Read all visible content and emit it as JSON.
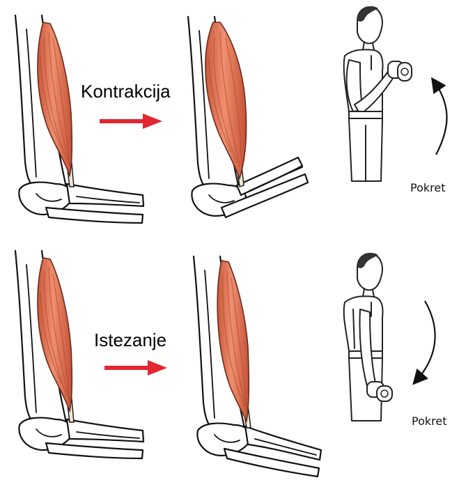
{
  "top_row": {
    "action_label": "Kontrakcija",
    "movement_label": "Pokret"
  },
  "bottom_row": {
    "action_label": "Istezanje",
    "movement_label": "Pokret"
  },
  "colors": {
    "arrow": "#e3262f",
    "muscle": "#e07a5b",
    "bone": "#ffffff",
    "outline": "#111111"
  }
}
